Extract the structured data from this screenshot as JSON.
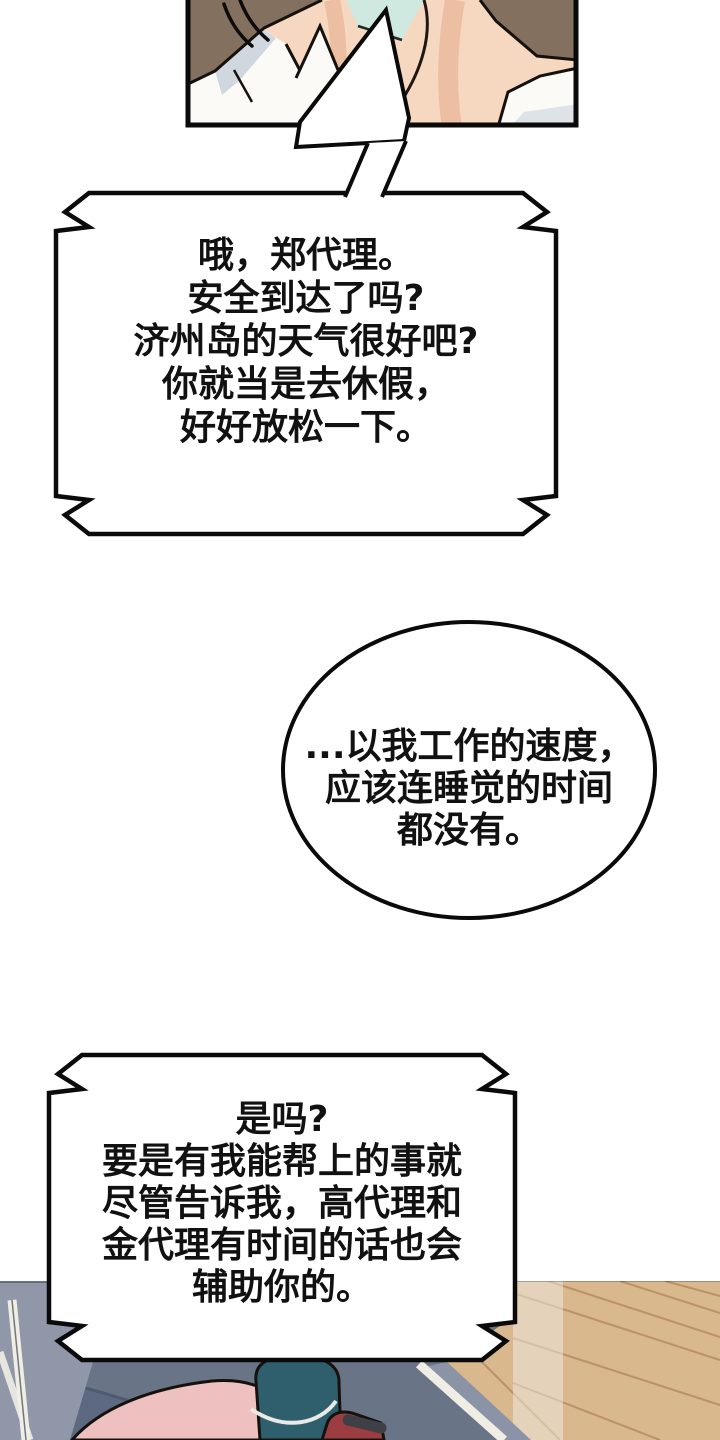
{
  "comic": {
    "bubble_phone_call": {
      "lines": [
        "哦，郑代理。",
        "安全到达了吗?",
        "济州岛的天气很好吧?",
        "你就当是去休假，",
        "好好放松一下。"
      ]
    },
    "bubble_thought": {
      "lines": [
        "...以我工作的速度，",
        "应该连睡觉的时间",
        "都没有。"
      ]
    },
    "bubble_reply": {
      "lines": [
        "是吗?",
        "要是有我能帮上的事就",
        "尽管告诉我，高代理和",
        "金代理有时间的话也会",
        "辅助你的。"
      ]
    }
  },
  "colors": {
    "ink": "#0a0a0a",
    "paper": "#ffffff",
    "hair_brown": "#84705f",
    "skin": "#f6d8c1",
    "skin_shadow": "#ecbfa2",
    "shirt_white": "#fbfaf7",
    "shirt_shade": "#ccd3dc",
    "phone_mint": "#cfe8e0",
    "sofa_gray_blue": "#6a7487",
    "sofa_dark": "#5d6980",
    "sofa_armrest": "#8f97a8",
    "blanket_pink": "#eec1c0",
    "bag_teal": "#2f5f6d",
    "book_red": "#9c3e41",
    "floor_wood": "#d9b88e",
    "floor_line": "#b68a5e",
    "trim_cream": "#f0ede5"
  }
}
